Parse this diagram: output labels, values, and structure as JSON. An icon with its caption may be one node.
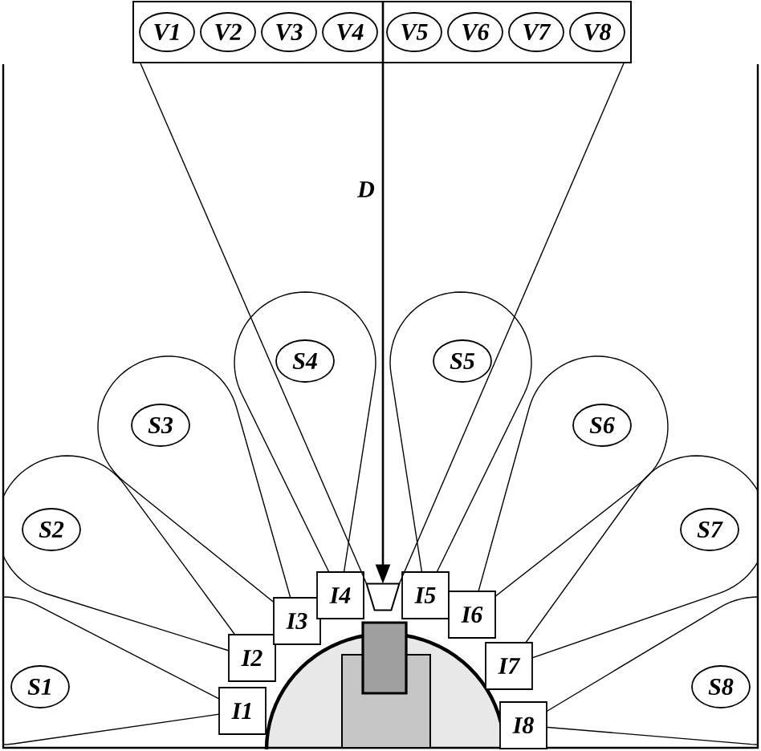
{
  "diagram": {
    "nodes": [
      {
        "text": [],
        "shape": "box"
      },
      {
        "text": [
          "V1"
        ],
        "in": 0
      },
      {
        "text": [
          "V2"
        ],
        "in": 0
      },
      {
        "text": [
          "V3"
        ],
        "in": 0
      },
      {
        "text": [
          "V4"
        ],
        "in": 0
      },
      {
        "text": [
          "V5"
        ],
        "in": 0
      },
      {
        "text": [
          "V6"
        ],
        "in": 0
      },
      {
        "text": [
          "V7"
        ],
        "in": 0
      },
      {
        "text": [
          "V8"
        ],
        "in": 0
      },
      {
        "text": [
          "S1"
        ]
      },
      {
        "text": [
          "S2"
        ]
      },
      {
        "text": [
          "S3"
        ]
      },
      {
        "text": [
          "S4"
        ]
      },
      {
        "text": [
          "S5"
        ]
      },
      {
        "text": [
          "S6"
        ]
      },
      {
        "text": [
          "S7"
        ]
      },
      {
        "text": [
          "S8"
        ]
      },
      {
        "text": [
          "I1"
        ]
      },
      {
        "text": [
          "I2"
        ]
      },
      {
        "text": [
          "I3"
        ]
      },
      {
        "text": [
          "I4"
        ]
      },
      {
        "text": [
          "I5"
        ]
      },
      {
        "text": [
          "I6"
        ]
      },
      {
        "text": [
          "I7"
        ]
      },
      {
        "text": [
          "I8"
        ]
      },
      {
        "text": [],
        "shape": "box"
      },
      {
        "text": [],
        "shape": "funnel"
      }
    ],
    "edges": [
      {
        "from": 0,
        "to": 26,
        "arrow": "to",
        "label": "D"
      },
      {
        "from": 0,
        "to": 26,
        "arrow": "none"
      },
      {
        "from": 0,
        "to": 26,
        "arrow": "none"
      }
    ]
  }
}
